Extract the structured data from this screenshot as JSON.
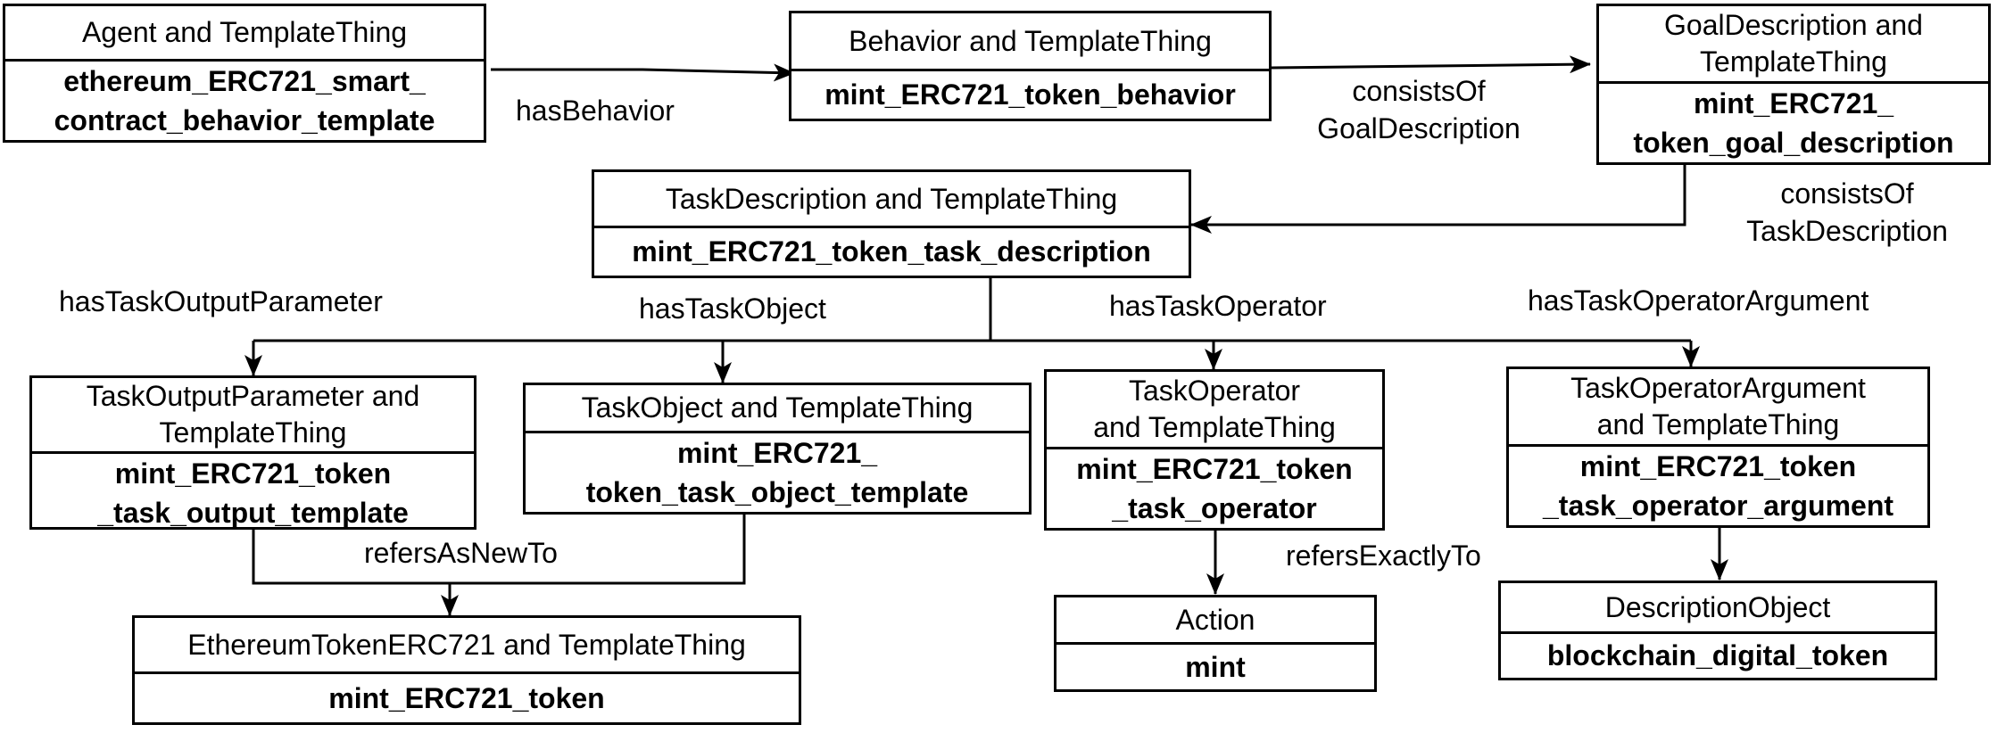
{
  "nodes": {
    "agent": {
      "type": "Agent and TemplateThing",
      "instance": "ethereum_ERC721_smart_\ncontract_behavior_template"
    },
    "behavior": {
      "type": "Behavior and TemplateThing",
      "instance": "mint_ERC721_token_behavior"
    },
    "goal": {
      "type": "GoalDescription and\nTemplateThing",
      "instance": "mint_ERC721_\ntoken_goal_description"
    },
    "task": {
      "type": "TaskDescription and TemplateThing",
      "instance": "mint_ERC721_token_task_description"
    },
    "output_param": {
      "type": "TaskOutputParameter and\nTemplateThing",
      "instance": "mint_ERC721_token\n_task_output_template"
    },
    "task_object": {
      "type": "TaskObject and TemplateThing",
      "instance": "mint_ERC721_\ntoken_task_object_template"
    },
    "operator": {
      "type": "TaskOperator\nand TemplateThing",
      "instance": "mint_ERC721_token\n_task_operator"
    },
    "operator_arg": {
      "type": "TaskOperatorArgument\nand TemplateThing",
      "instance": "mint_ERC721_token\n_task_operator_argument"
    },
    "token": {
      "type": "EthereumTokenERC721 and TemplateThing",
      "instance": "mint_ERC721_token"
    },
    "action": {
      "type": "Action",
      "instance": "mint"
    },
    "desc_object": {
      "type": "DescriptionObject",
      "instance": "blockchain_digital_token"
    }
  },
  "edges": {
    "has_behavior": "hasBehavior",
    "consists_of_goal": "consistsOf\nGoalDescription",
    "consists_of_task": "consistsOf\nTaskDescription",
    "has_task_output_parameter": "hasTaskOutputParameter",
    "has_task_object": "hasTaskObject",
    "has_task_operator": "hasTaskOperator",
    "has_task_operator_argument": "hasTaskOperatorArgument",
    "refers_as_new_to": "refersAsNewTo",
    "refers_exactly_to": "refersExactlyTo"
  }
}
